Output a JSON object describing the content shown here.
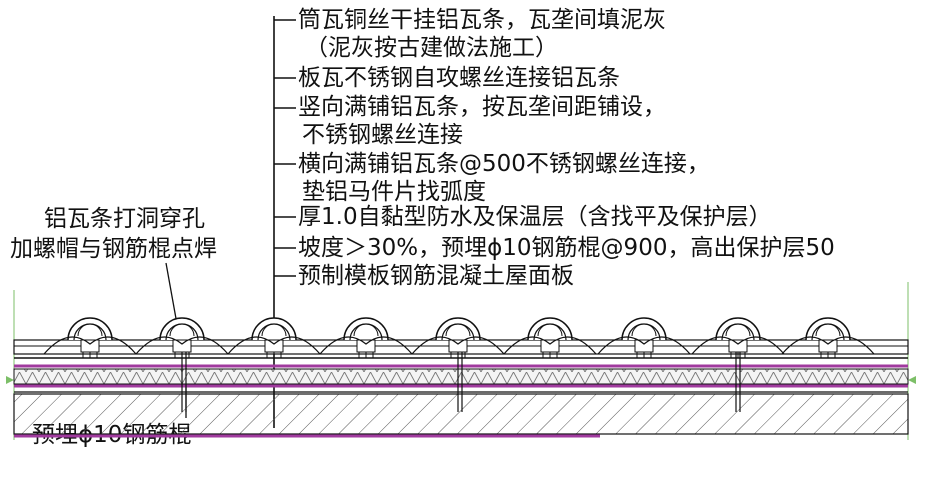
{
  "callouts_right": [
    "筒瓦铜丝干挂铝瓦条，瓦垄间填泥灰",
    "（泥灰按古建做法施工）",
    "板瓦不锈钢自攻螺丝连接铝瓦条",
    "竖向满铺铝瓦条，按瓦垄间距铺设，",
    "不锈钢螺丝连接",
    "横向满铺铝瓦条@500不锈钢螺丝连接，",
    "垫铝马件片找弧度",
    "厚1.0自黏型防水及保温层（含找平及保护层）",
    "坡度＞30%，预埋ϕ10钢筋棍@900，高出保护层50",
    "预制模板钢筋混凝土屋面板"
  ],
  "callout_left_top": [
    "铝瓦条打洞穿孔",
    "加螺帽与钢筋棍点焊"
  ],
  "callout_left_bottom": "预埋ϕ10钢筋棍",
  "colors": {
    "line": "#111111",
    "purple": "#a03a9e",
    "insulation_fill": "#f3f3f3",
    "concrete_fill": "#ffffff"
  }
}
